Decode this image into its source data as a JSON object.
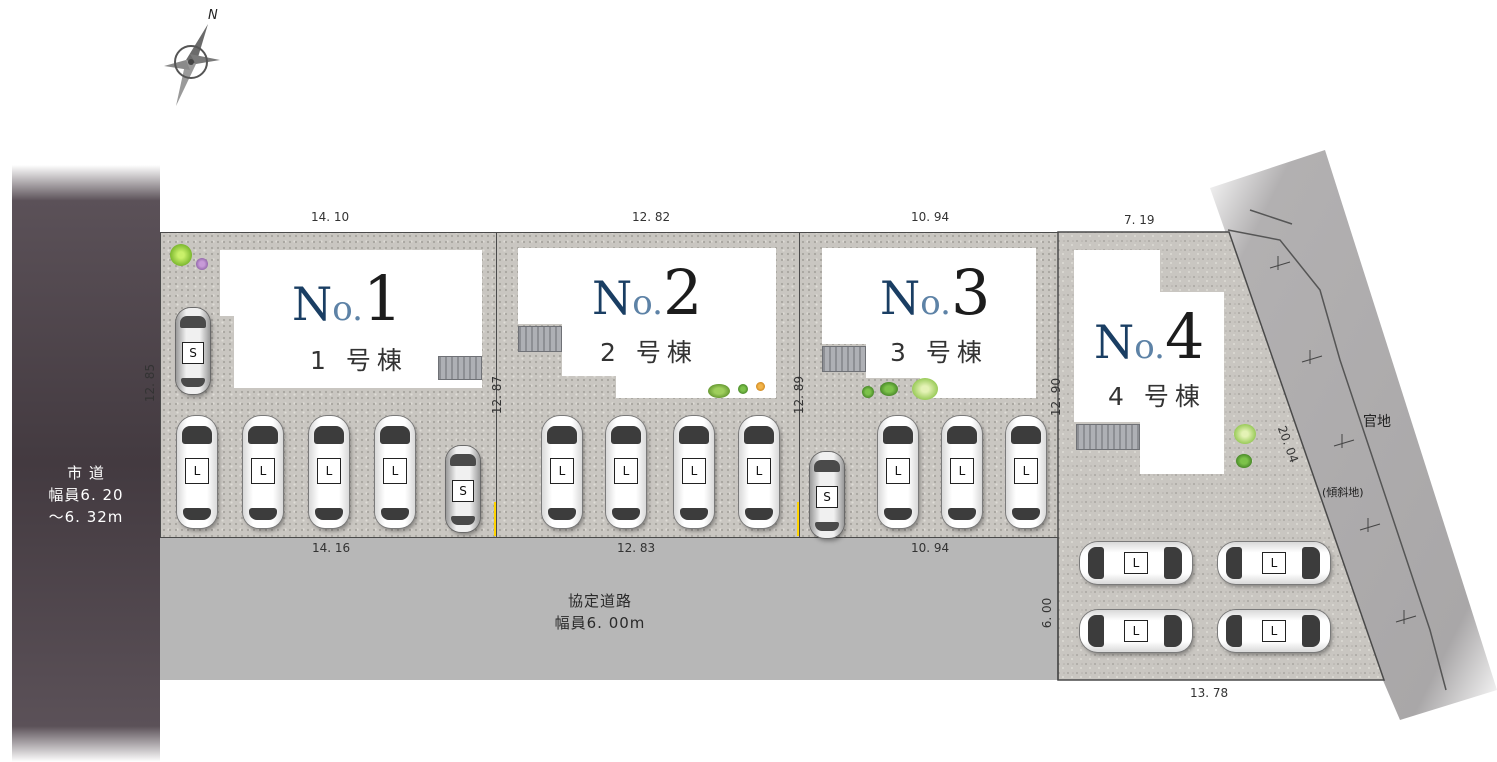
{
  "compass": {
    "label": "N"
  },
  "city_road": {
    "name": "市 道",
    "width_line1": "幅員6. 20",
    "width_line2": "～6. 32m",
    "color": "#433a40"
  },
  "agreement_road": {
    "name": "協定道路",
    "width": "幅員6. 00m",
    "color": "#b7b7b7"
  },
  "state_land": {
    "name": "官地",
    "note": "(傾斜地)"
  },
  "lots": [
    {
      "no": "1",
      "prefix_n": "N",
      "prefix_o": "o.",
      "building": "1 号棟",
      "top": "14. 10",
      "bottom": "14. 16",
      "side": "12. 85"
    },
    {
      "no": "2",
      "prefix_n": "N",
      "prefix_o": "o.",
      "building": "2 号棟",
      "top": "12. 82",
      "bottom": "12. 83",
      "side": "12. 87"
    },
    {
      "no": "3",
      "prefix_n": "N",
      "prefix_o": "o.",
      "building": "3 号棟",
      "top": "10. 94",
      "bottom": "10. 94",
      "side": "12. 89"
    },
    {
      "no": "4",
      "prefix_n": "N",
      "prefix_o": "o.",
      "building": "4 号棟",
      "top": "7. 19",
      "bottom": "13. 78",
      "side": "12. 90",
      "extra_side": "6. 00",
      "diagonal": "20. 04"
    }
  ],
  "parking": {
    "large_label": "L",
    "small_label": "S"
  },
  "colors": {
    "house_number": "#1a3e63",
    "lot_border": "#4a4a4a",
    "marker": "#ffd400"
  }
}
